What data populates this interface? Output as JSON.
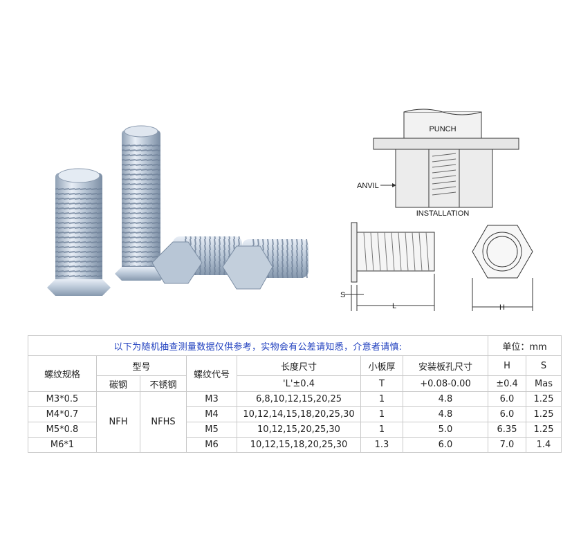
{
  "drawings": {
    "install_top_label": "PUNCH",
    "install_side_label": "ANVIL",
    "install_caption": "INSTALLATION",
    "dim_s": "S",
    "dim_l": "L",
    "dim_h": "H"
  },
  "table": {
    "notice": "以下为随机抽查测量数据仅供参考，实物会有公差请知悉，介意者请慎:",
    "unit": "单位：mm",
    "headers": {
      "thread_spec": "螺纹规格",
      "model": "型号",
      "carbon_steel": "碳钢",
      "stainless": "不锈钢",
      "thread_code": "螺纹代号",
      "length": "长度尺寸",
      "length_tol": "'L'±0.4",
      "min_sheet": "小板厚",
      "min_sheet_sym": "T",
      "hole": "安装板孔尺寸",
      "hole_tol": "+0.08-0.00",
      "h": "H",
      "h_tol": "±0.4",
      "s": "S",
      "s_sub": "Mas"
    },
    "model_carbon": "NFH",
    "model_stainless": "NFHS",
    "rows": [
      {
        "spec": "M3*0.5",
        "code": "M3",
        "lengths": "6,8,10,12,15,20,25",
        "t": "1",
        "hole": "4.8",
        "h": "6.0",
        "s": "1.25"
      },
      {
        "spec": "M4*0.7",
        "code": "M4",
        "lengths": "10,12,14,15,18,20,25,30",
        "t": "1",
        "hole": "4.8",
        "h": "6.0",
        "s": "1.25"
      },
      {
        "spec": "M5*0.8",
        "code": "M5",
        "lengths": "10,12,15,20,25,30",
        "t": "1",
        "hole": "5.0",
        "h": "6.35",
        "s": "1.25"
      },
      {
        "spec": "M6*1",
        "code": "M6",
        "lengths": "10,12,15,18,20,25,30",
        "t": "1.3",
        "hole": "6.0",
        "h": "7.0",
        "s": "1.4"
      }
    ]
  }
}
